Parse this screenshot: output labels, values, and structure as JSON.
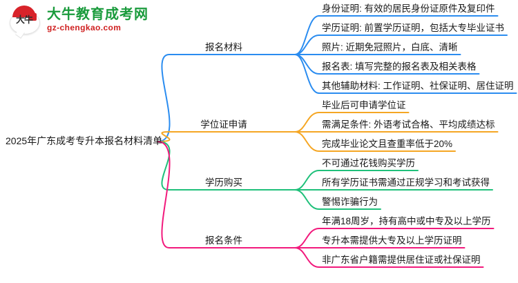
{
  "logo": {
    "mark_text": "大牛",
    "title": "大牛教育成考网",
    "subtitle": "gz-chengkao.com",
    "title_color": "#1a9b3c",
    "subtitle_color": "#cf1f1f",
    "mark_color": "#d8232a"
  },
  "mindmap": {
    "root": "2025年广东成考专升本报名材料清单",
    "branches": [
      {
        "label": "报名材料",
        "color": "#2a8cf0",
        "children": [
          "身份证明: 有效的居民身份证原件及复印件",
          "学历证明: 前置学历证明，包括大专毕业证书",
          "照片: 近期免冠照片，白底、清晰",
          "报名表: 填写完整的报名表及相关表格",
          "其他辅助材料: 工作证明、社保证明、居住证明"
        ]
      },
      {
        "label": "学位证申请",
        "color": "#f5a623",
        "children": [
          "毕业后可申请学位证",
          "需满足条件: 外语考试合格、平均成绩达标",
          "完成毕业论文且查重率低于20%"
        ]
      },
      {
        "label": "学历购买",
        "color": "#1fc07a",
        "children": [
          "不可通过花钱购买学历",
          "所有学历证书需通过正规学习和考试获得",
          "警惕诈骗行为"
        ]
      },
      {
        "label": "报名条件",
        "color": "#f2197c",
        "children": [
          "年满18周岁，持有高中或中专及以上学历",
          "专升本需提供大专及以上学历证明",
          "非广东省户籍需提供居住证或社保证明"
        ]
      }
    ]
  }
}
